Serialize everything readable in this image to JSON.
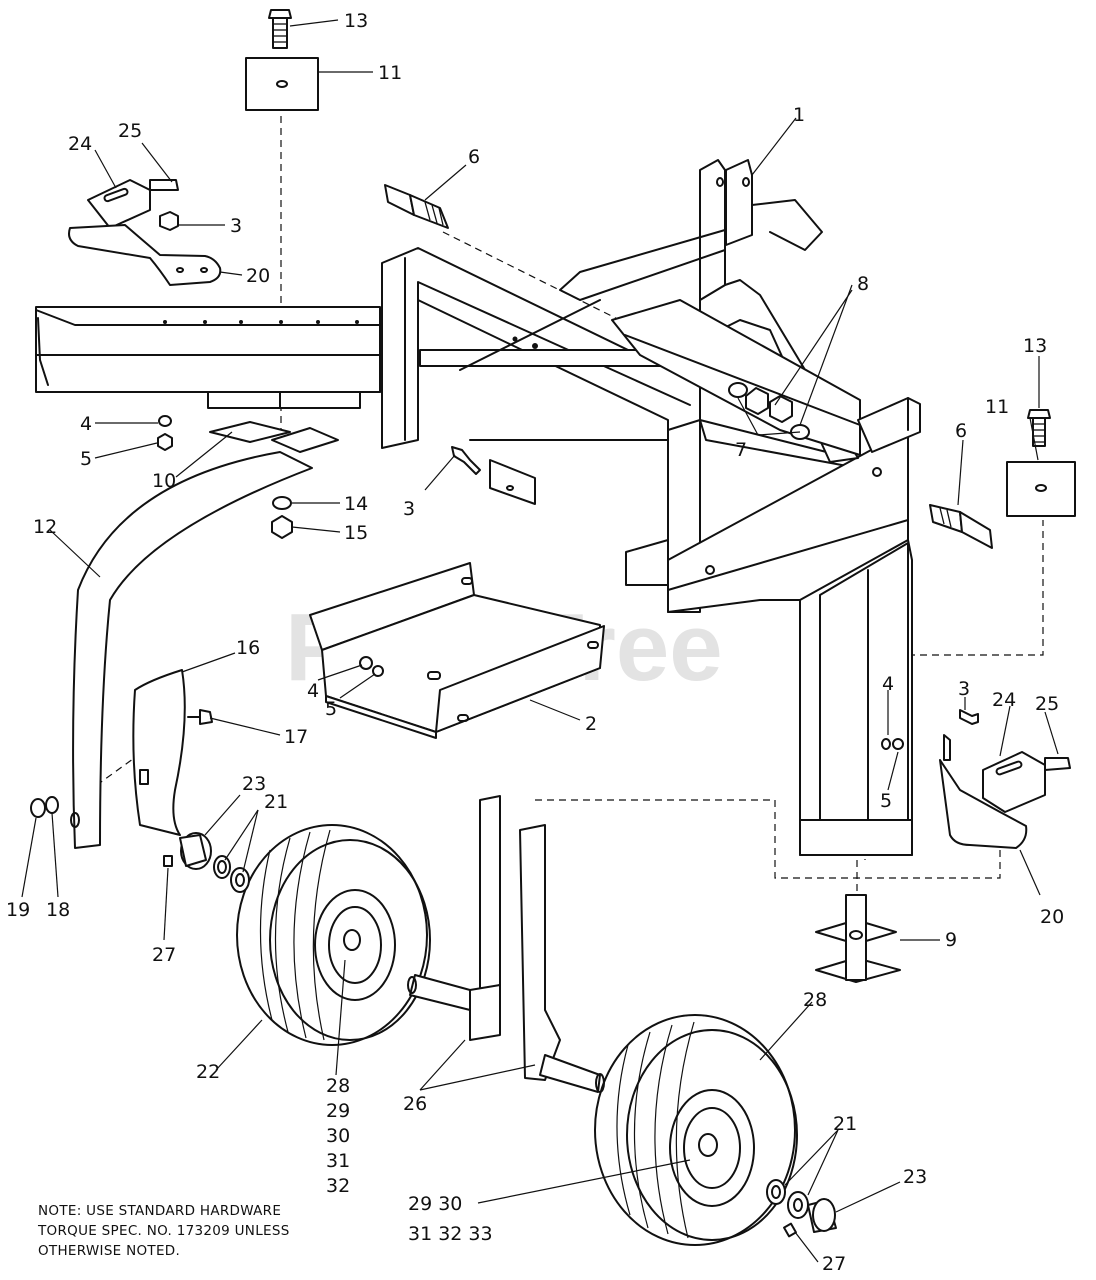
{
  "watermark": "PartsTree",
  "note_lines": [
    "NOTE: USE STANDARD HARDWARE",
    "TORQUE SPEC. NO. 173209 UNLESS",
    "OTHERWISE NOTED."
  ],
  "callouts": [
    "13",
    "11",
    "1",
    "6",
    "25",
    "24",
    "3",
    "20",
    "8",
    "13",
    "11",
    "6",
    "4",
    "5",
    "10",
    "7",
    "3",
    "14",
    "15",
    "12",
    "16",
    "4",
    "5",
    "2",
    "17",
    "4",
    "3",
    "24",
    "25",
    "5",
    "23",
    "21",
    "19",
    "18",
    "27",
    "20",
    "9",
    "28",
    "22",
    "28",
    "29",
    "30",
    "31",
    "32",
    "26",
    "21",
    "23",
    "29 30",
    "31 32 33",
    "27"
  ]
}
